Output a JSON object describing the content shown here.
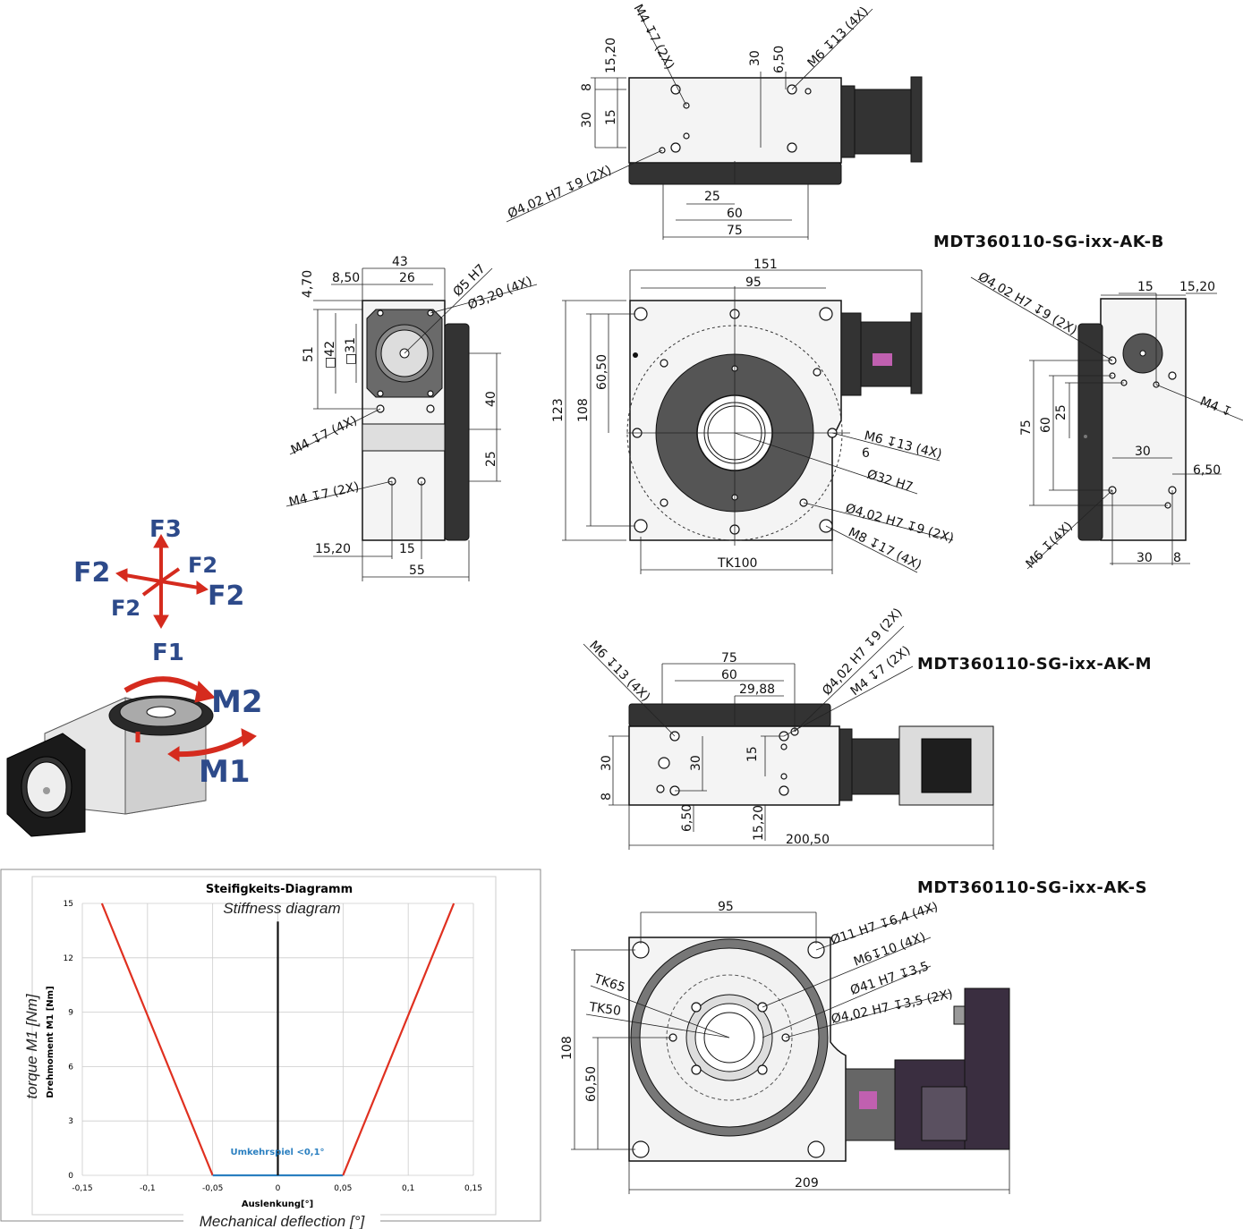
{
  "views": {
    "top": {
      "dims": [
        "15,20",
        "8",
        "30",
        "15",
        "30",
        "6,50",
        "25",
        "60",
        "75"
      ],
      "callouts": [
        "M4 ↧7 (2X)",
        "M6 ↧13 (4X)",
        "Ø4,02 H7 ↧9 (2X)"
      ]
    },
    "title_B": "MDT360110-SG-ixx-AK-B",
    "left": {
      "dims": [
        "43",
        "26",
        "8,50",
        "4,70",
        "51",
        "□42",
        "□31",
        "40",
        "25",
        "15,20",
        "15",
        "55"
      ],
      "callouts": [
        "Ø5 H7",
        "Ø3,20 (4X)",
        "M4 ↧7 (4X)",
        "M4 ↧7 (2X)"
      ]
    },
    "front": {
      "dims": [
        "151",
        "95",
        "123",
        "108",
        "60,50",
        "TK100",
        "6"
      ],
      "callouts": [
        "M6 ↧13 (4X)",
        "Ø32 H7",
        "Ø4,02 H7 ↧9 (2X)",
        "M8 ↧17 (4X)"
      ]
    },
    "right": {
      "dims": [
        "15",
        "15,20",
        "75",
        "60",
        "25",
        "30",
        "6,50",
        "30",
        "8"
      ],
      "callouts": [
        "Ø4,02 H7 ↧9 (2X)",
        "M4 ↧",
        "M6 ↧(4X)"
      ]
    },
    "title_M": "MDT360110-SG-ixx-AK-M",
    "middle": {
      "dims": [
        "75",
        "60",
        "29,88",
        "30",
        "8",
        "30",
        "15",
        "6,50",
        "15,20",
        "200,50"
      ],
      "callouts": [
        "M6 ↧13 (4X)",
        "Ø4,02 H7 ↧9 (2X)",
        "M4 ↧7 (2X)"
      ]
    },
    "title_S": "MDT360110-SG-ixx-AK-S",
    "bottom": {
      "dims": [
        "95",
        "TK65",
        "TK50",
        "108",
        "60,50",
        "209"
      ],
      "callouts": [
        "Ø11 H7 ↧6,4 (4X)",
        "M6↧10 (4X)",
        "Ø41 H7 ↧3,5",
        "Ø4,02 H7 ↧3,5 (2X)"
      ]
    }
  },
  "forces": {
    "f3": "F3",
    "f2_left": "F2",
    "f2_mid": "F2",
    "f2_right": "F2",
    "f2_upper": "F2",
    "f1": "F1",
    "m2": "M2",
    "m1": "M1"
  },
  "chart_data": {
    "type": "line",
    "title": "Steifigkeits-Diagramm",
    "subtitle": "Stiffness diagram",
    "ylabel": "torque M1 [Nm]",
    "ylabel_de": "Drehmoment M1 [Nm]",
    "xlabel": "Mechanical deflection [°]",
    "xlabel_de": "Auslenkung[°]",
    "annotation": "Umkehrspiel <0,1°",
    "xlim": [
      -0.15,
      0.15
    ],
    "ylim": [
      0,
      15
    ],
    "xticks": [
      "-0,15",
      "-0,1",
      "-0,05",
      "0",
      "0,05",
      "0,1",
      "0,15"
    ],
    "yticks": [
      "0",
      "3",
      "6",
      "9",
      "12",
      "15"
    ],
    "series": [
      {
        "x": [
          -0.135,
          -0.05
        ],
        "y": [
          15,
          0
        ],
        "color": "#e03020"
      },
      {
        "x": [
          -0.05,
          0.05
        ],
        "y": [
          0,
          0
        ],
        "color": "#2a7fc0"
      },
      {
        "x": [
          0.05,
          0.135
        ],
        "y": [
          0,
          15
        ],
        "color": "#e03020"
      },
      {
        "x": [
          0,
          0
        ],
        "y": [
          0,
          14
        ],
        "color": "#111111"
      }
    ],
    "grid": true
  }
}
